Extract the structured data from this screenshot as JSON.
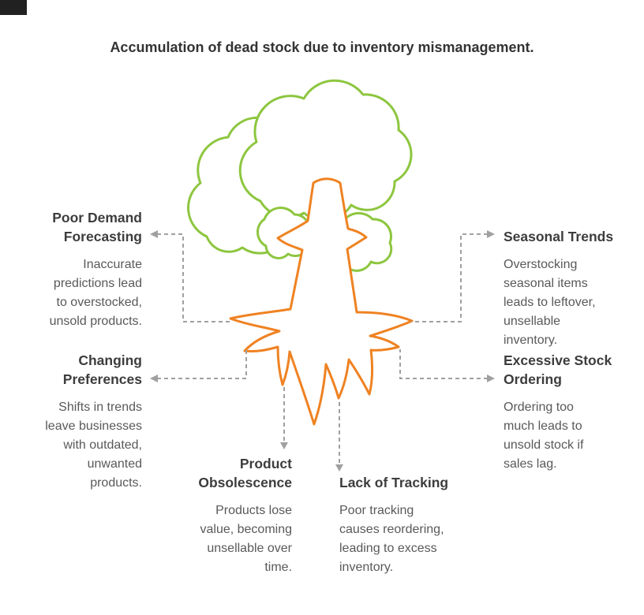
{
  "title": "Accumulation of dead stock due to inventory mismanagement.",
  "colors": {
    "canopy": "#8dc63f",
    "trunk": "#ef8222",
    "heading": "#3d3d3d",
    "body": "#595959",
    "connector": "#a0a0a0",
    "corner": "#212121",
    "background": "#ffffff"
  },
  "illustration": "tree-with-roots",
  "causes": {
    "poor_demand_forecasting": {
      "heading": "Poor Demand\nForecasting",
      "body": "Inaccurate\npredictions lead\nto overstocked,\nunsold products."
    },
    "changing_preferences": {
      "heading": "Changing\nPreferences",
      "body": "Shifts in trends\nleave businesses\nwith outdated,\nunwanted\nproducts."
    },
    "seasonal_trends": {
      "heading": "Seasonal Trends",
      "body": "Overstocking\nseasonal items\nleads to leftover,\nunsellable\ninventory."
    },
    "excessive_stock_ordering": {
      "heading": "Excessive Stock\nOrdering",
      "body": "Ordering too\nmuch leads to\nunsold stock if\nsales lag."
    },
    "product_obsolescence": {
      "heading": "Product\nObsolescence",
      "body": "Products lose\nvalue, becoming\nunsellable over\ntime."
    },
    "lack_of_tracking": {
      "heading": "Lack of Tracking",
      "body": "Poor tracking\ncauses reordering,\nleading to excess\ninventory."
    }
  }
}
